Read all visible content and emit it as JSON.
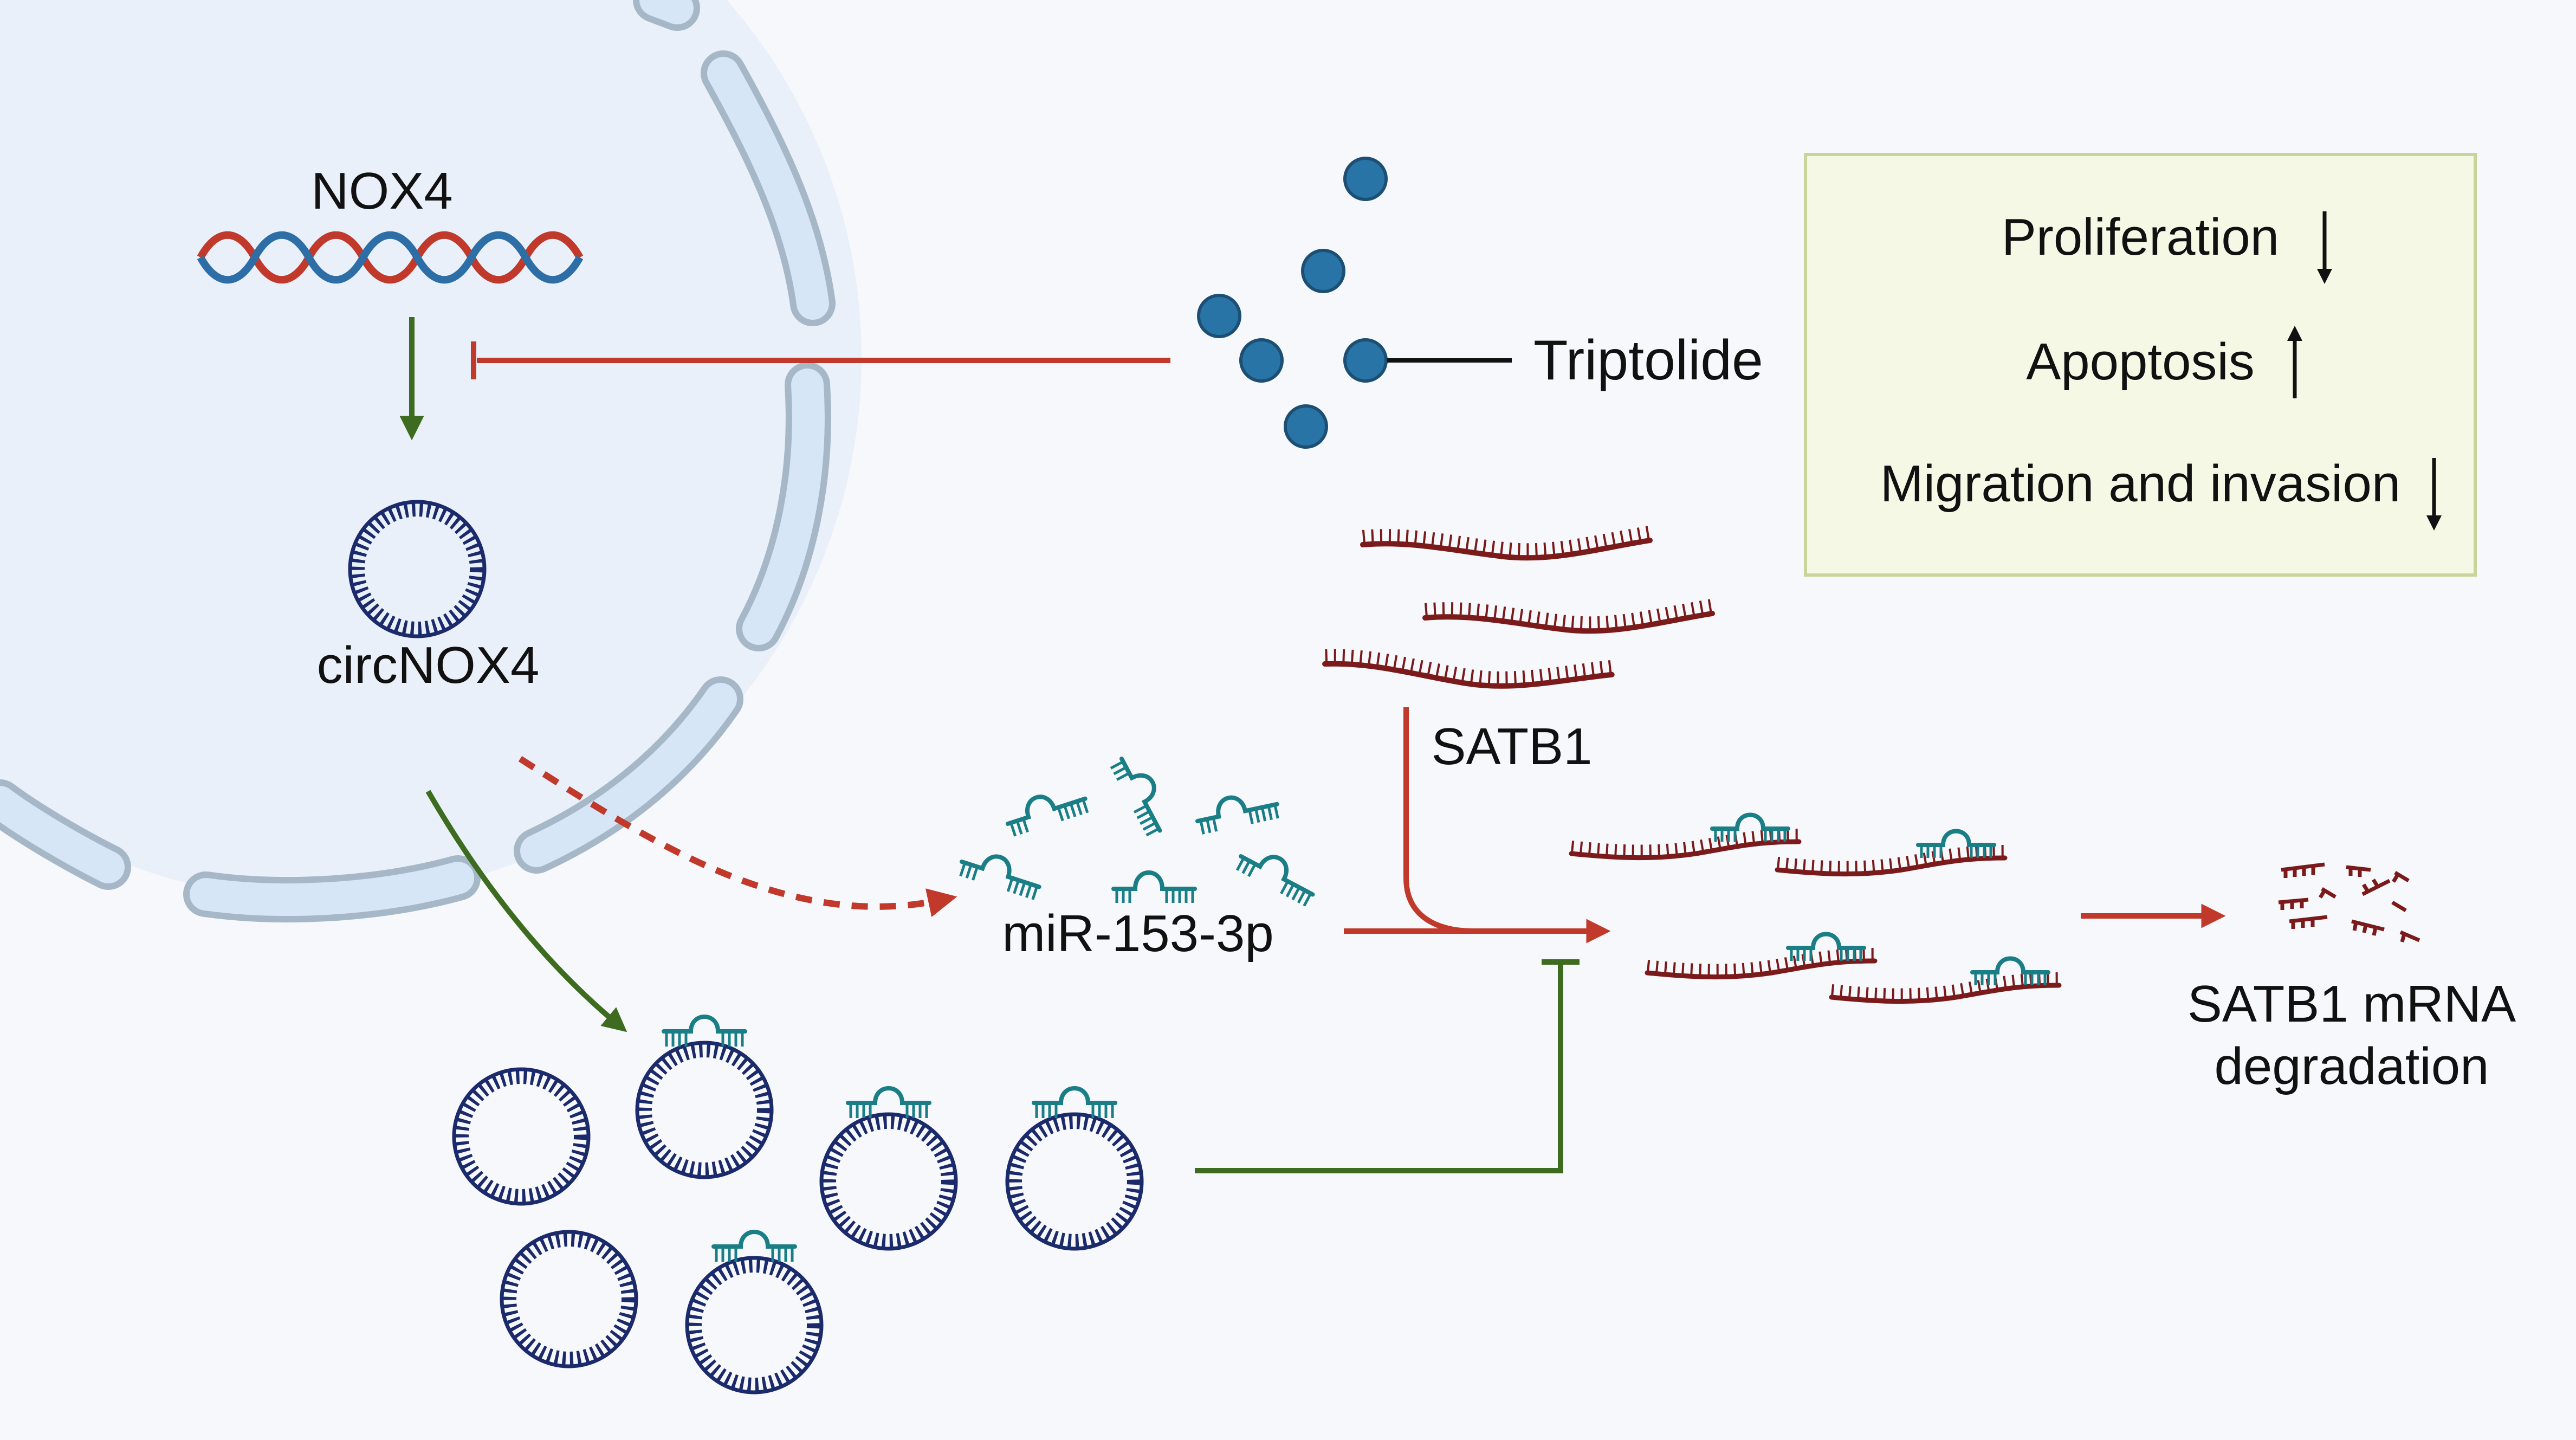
{
  "labels": {
    "nox4": "NOX4",
    "circnox4": "circNOX4",
    "triptolide": "Triptolide",
    "satb1": "SATB1",
    "mir": "miR-153-3p",
    "degradation_line1": "SATB1 mRNA",
    "degradation_line2": "degradation"
  },
  "effects": [
    {
      "label": "Proliferation",
      "direction": "down",
      "arrow": "↓"
    },
    {
      "label": "Apoptosis",
      "direction": "up",
      "arrow": "↑"
    },
    {
      "label": "Migration and invasion",
      "direction": "down",
      "arrow": "↓"
    }
  ],
  "colors": {
    "background": "#f7f8fb",
    "cell": "#eaf0f9",
    "nucleus_membrane_fill": "#d6e6f6",
    "nucleus_membrane_stroke": "#a6b8c8",
    "dna_red": "#c0392b",
    "dna_blue": "#2e6ea6",
    "activation_green": "#3d6b1f",
    "inhibition_red": "#c0392b",
    "triptolide_dot": "#2874a6",
    "circ_rna": "#1b2a6b",
    "mirna": "#1a7e86",
    "mrna": "#7b1a1a",
    "effects_box_fill": "#f6f8e6",
    "effects_box_stroke": "#c7d59a"
  },
  "icons": [
    "dna-helix-icon",
    "circular-rna-icon",
    "mirna-hairpin-icon",
    "mrna-strand-icon",
    "triptolide-molecule-icon",
    "mrna-fragment-icon"
  ]
}
